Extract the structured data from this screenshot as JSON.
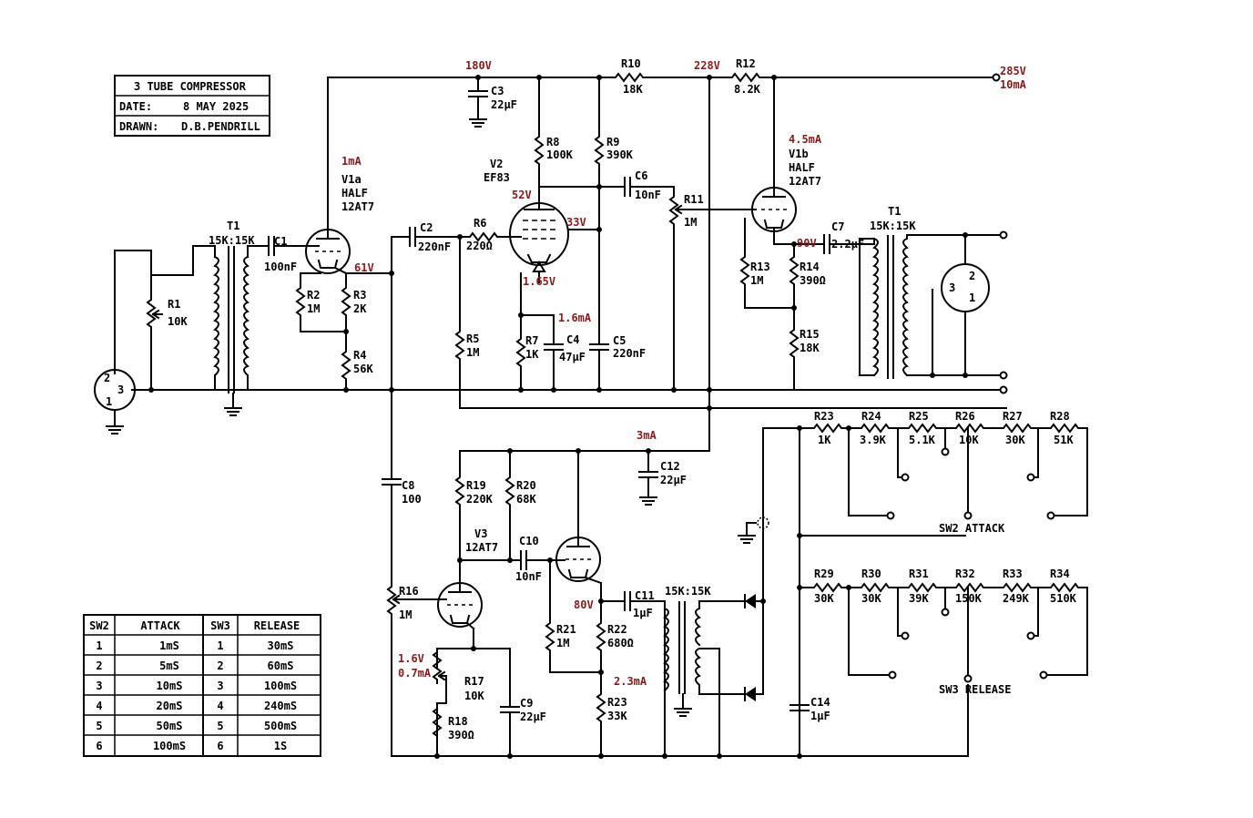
{
  "title_block": {
    "title": "3 TUBE COMPRESSOR",
    "date_label": "DATE:",
    "date_value": "8 MAY 2025",
    "drawn_label": "DRAWN:",
    "drawn_value": "D.B.PENDRILL"
  },
  "voltages": {
    "v180": "180V",
    "v228": "228V",
    "v285": "285V",
    "i10": "10mA",
    "i1": "1mA",
    "v61": "61V",
    "v52": "52V",
    "v33": "33V",
    "v165": "1.65V",
    "i16": "1.6mA",
    "i45": "4.5mA",
    "v90": "90V",
    "i3": "3mA",
    "v80": "80V",
    "i23": "2.3mA",
    "v16": "1.6V",
    "i07": "0.7mA"
  },
  "components": {
    "R1": [
      "R1",
      "10K"
    ],
    "R2": [
      "R2",
      "1M"
    ],
    "R3": [
      "R3",
      "2K"
    ],
    "R4": [
      "R4",
      "56K"
    ],
    "R5": [
      "R5",
      "1M"
    ],
    "R6": [
      "R6",
      "220Ω"
    ],
    "R7": [
      "R7",
      "1K"
    ],
    "R8": [
      "R8",
      "100K"
    ],
    "R9": [
      "R9",
      "390K"
    ],
    "R10": [
      "R10",
      "18K"
    ],
    "R11": [
      "R11",
      "1M"
    ],
    "R12": [
      "R12",
      "8.2K"
    ],
    "R13": [
      "R13",
      "1M"
    ],
    "R14": [
      "R14",
      "390Ω"
    ],
    "R15": [
      "R15",
      "18K"
    ],
    "R16": [
      "R16",
      "1M"
    ],
    "R17": [
      "R17",
      "10K"
    ],
    "R18": [
      "R18",
      "390Ω"
    ],
    "R19": [
      "R19",
      "220K"
    ],
    "R20": [
      "R20",
      "68K"
    ],
    "R21": [
      "R21",
      "1M"
    ],
    "R22": [
      "R22",
      "680Ω"
    ],
    "R23b": [
      "R23",
      "33K"
    ],
    "R23": [
      "R23",
      "1K"
    ],
    "R24": [
      "R24",
      "3.9K"
    ],
    "R25": [
      "R25",
      "5.1K"
    ],
    "R26": [
      "R26",
      "10K"
    ],
    "R27": [
      "R27",
      "30K"
    ],
    "R28": [
      "R28",
      "51K"
    ],
    "R29": [
      "R29",
      "30K"
    ],
    "R30": [
      "R30",
      "30K"
    ],
    "R31": [
      "R31",
      "39K"
    ],
    "R32": [
      "R32",
      "150K"
    ],
    "R33": [
      "R33",
      "249K"
    ],
    "R34": [
      "R34",
      "510K"
    ],
    "C1": [
      "C1",
      "100nF"
    ],
    "C2": [
      "C2",
      "220nF"
    ],
    "C3": [
      "C3",
      "22µF"
    ],
    "C4": [
      "C4",
      "47µF"
    ],
    "C5": [
      "C5",
      "220nF"
    ],
    "C6": [
      "C6",
      "10nF"
    ],
    "C7": [
      "C7",
      "2.2µF"
    ],
    "C8": [
      "C8",
      "100"
    ],
    "C9": [
      "C9",
      "22µF"
    ],
    "C10": [
      "C10",
      "10nF"
    ],
    "C11": [
      "C11",
      "1µF"
    ],
    "C12": [
      "C12",
      "22µF"
    ],
    "C14": [
      "C14",
      "1µF"
    ]
  },
  "tubes": {
    "v1a": [
      "V1a",
      "HALF",
      "12AT7"
    ],
    "v1b": [
      "V1b",
      "HALF",
      "12AT7"
    ],
    "v2": [
      "V2",
      "EF83"
    ],
    "v3": [
      "V3",
      "12AT7"
    ]
  },
  "transformers": {
    "t1_in": [
      "T1",
      "15K:15K"
    ],
    "t1_out": [
      "T1",
      "15K:15K"
    ],
    "t_side": "15K:15K"
  },
  "switches": {
    "sw2": "SW2  ATTACK",
    "sw3": "SW3  RELEASE"
  },
  "xlr_pins": {
    "one": "1",
    "two": "2",
    "three": "3"
  },
  "table": {
    "headers": [
      "SW2",
      "ATTACK",
      "SW3",
      "RELEASE"
    ],
    "rows": [
      [
        "1",
        "1mS",
        "1",
        "30mS"
      ],
      [
        "2",
        "5mS",
        "2",
        "60mS"
      ],
      [
        "3",
        "10mS",
        "3",
        "100mS"
      ],
      [
        "4",
        "20mS",
        "4",
        "240mS"
      ],
      [
        "5",
        "50mS",
        "5",
        "500mS"
      ],
      [
        "6",
        "100mS",
        "6",
        "1S"
      ]
    ]
  }
}
